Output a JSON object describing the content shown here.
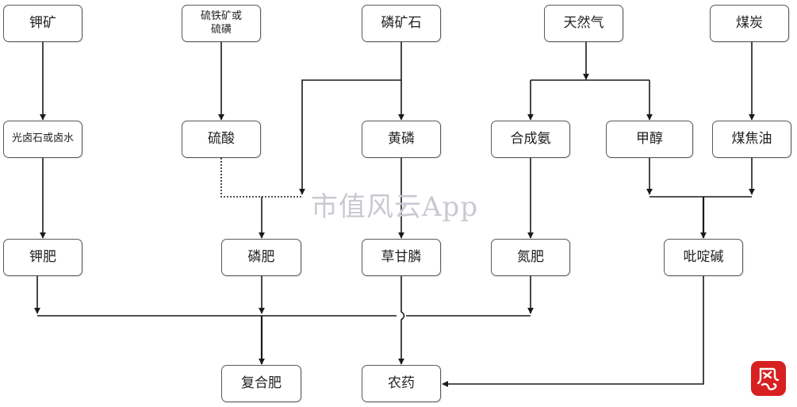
{
  "nodes": {
    "potash_ore": "钾矿",
    "pyrite_sulfur": "硫铁矿或硫磺",
    "phosphate_rock": "磷矿石",
    "natural_gas": "天然气",
    "coal": "煤炭",
    "carnallite_brine": "光卤石或卤水",
    "sulfuric_acid": "硫酸",
    "yellow_phosphorus": "黄磷",
    "synthetic_ammonia": "合成氨",
    "methanol": "甲醇",
    "coal_tar": "煤焦油",
    "potash_fertilizer": "钾肥",
    "phosphate_fertilizer": "磷肥",
    "glyphosate": "草甘膦",
    "nitrogen_fertilizer": "氮肥",
    "pyridine": "吡啶碱",
    "compound_fertilizer": "复合肥",
    "pesticide": "农药"
  },
  "watermark": "市值风云App",
  "colors": {
    "line": "#1a1a1a",
    "border": "#5a5a5a",
    "seal": "#d72020",
    "watermark": "#c9c9d1"
  },
  "logo": {
    "icon": "fengyun-seal-icon"
  }
}
